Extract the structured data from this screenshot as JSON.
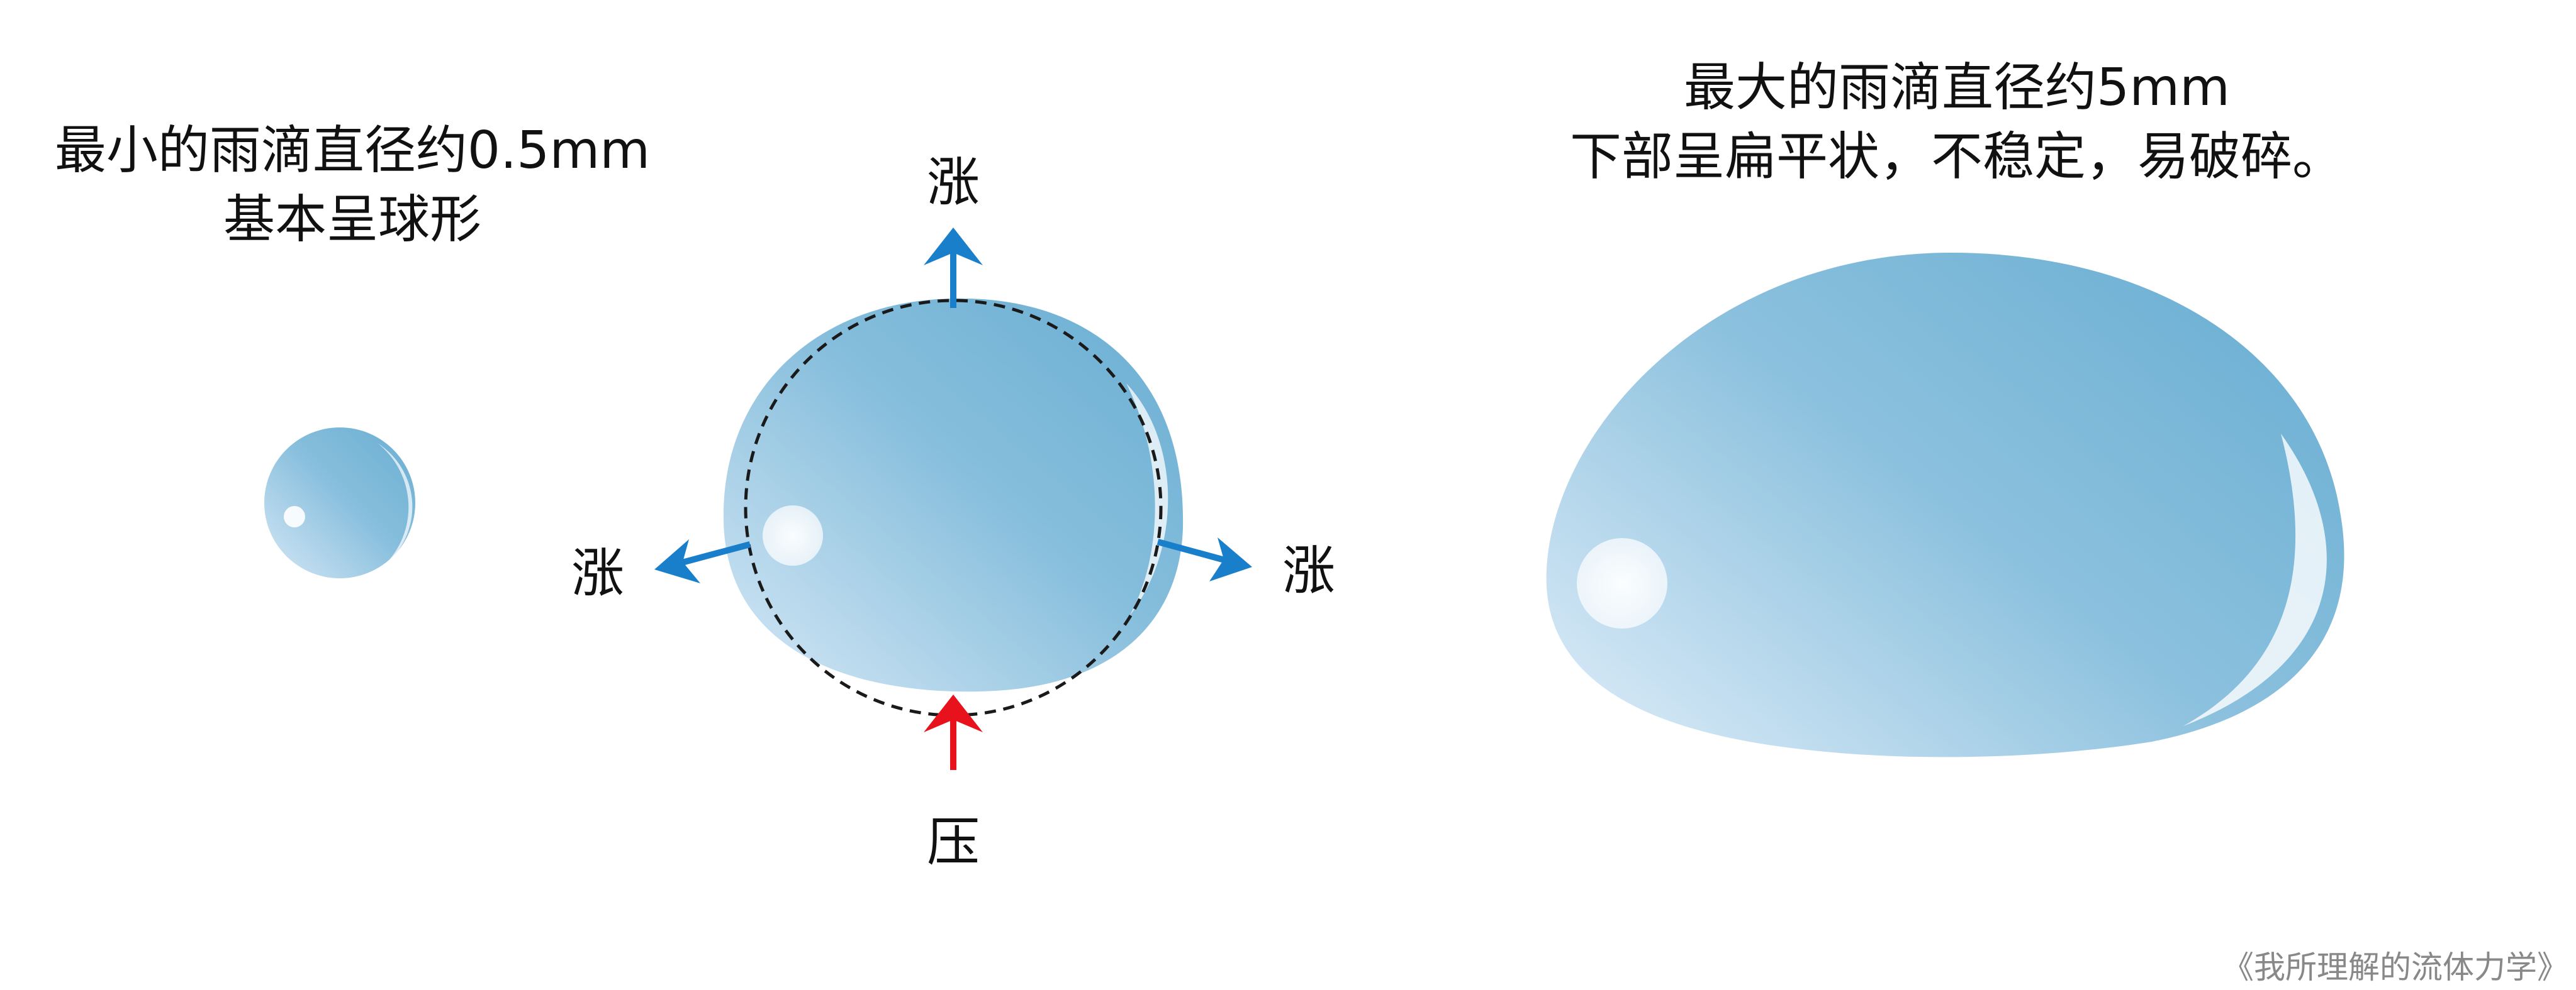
{
  "small_drop": {
    "line1": "最小的雨滴直径约0.5mm",
    "line2": "基本呈球形"
  },
  "large_drop": {
    "line1": "最大的雨滴直径约5mm",
    "line2": "下部呈扁平状，不稳定，易破碎。"
  },
  "middle_drop": {
    "label_top": "涨",
    "label_left": "涨",
    "label_right": "涨",
    "label_bottom": "压"
  },
  "colors": {
    "water_light": "#d6e8f6",
    "water_dark": "#6fb0d4",
    "expand_arrow": "#1a7fcb",
    "press_arrow": "#e8121c",
    "dashed_circle": "#1a1a1a"
  },
  "credit": "《我所理解的流体力学》"
}
